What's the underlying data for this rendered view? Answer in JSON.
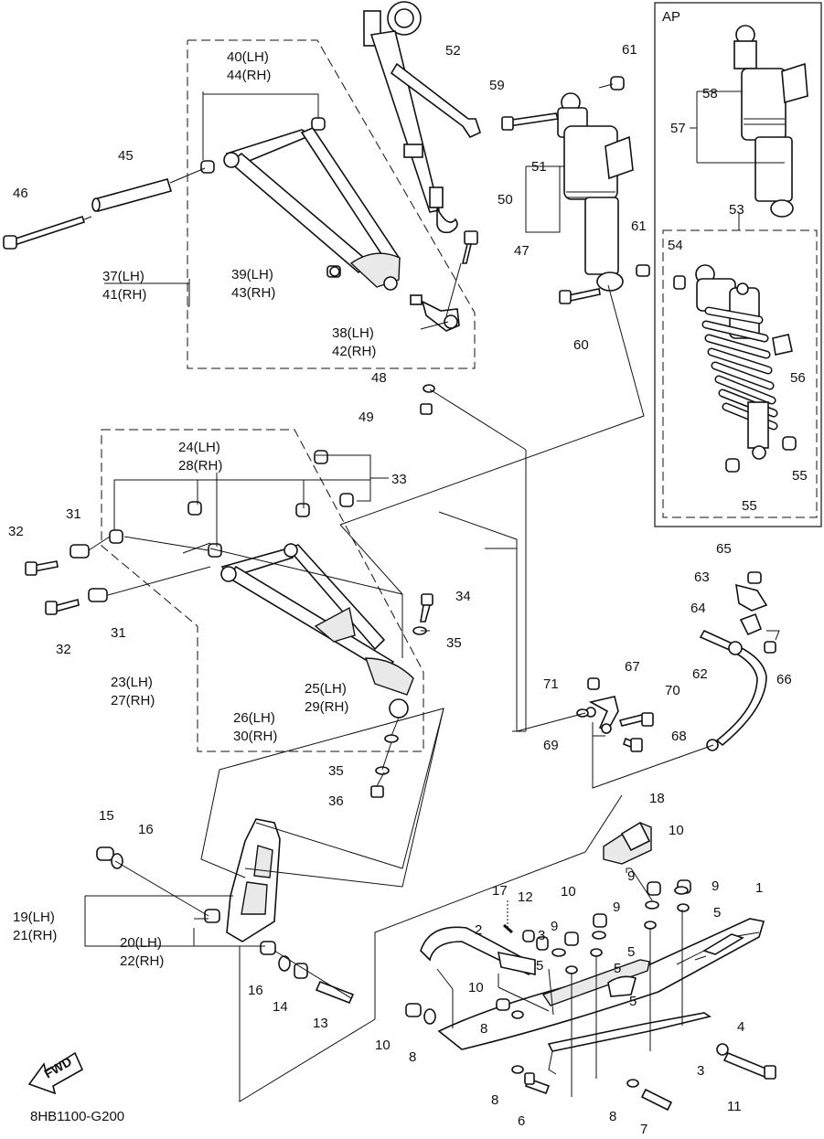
{
  "diagram_code": "8HB1100-G200",
  "fwd_label": "FWD",
  "ap_label": "AP",
  "labels": {
    "p1": "1",
    "p2": "2",
    "p3a": "3",
    "p3b": "3",
    "p4": "4",
    "p5a": "5",
    "p5b": "5",
    "p5c": "5",
    "p5d": "5",
    "p5e": "5",
    "p6": "6",
    "p7": "7",
    "p8a": "8",
    "p8b": "8",
    "p8c": "8",
    "p8d": "8",
    "p9a": "9",
    "p9b": "9",
    "p9c": "9",
    "p9d": "9",
    "p10a": "10",
    "p10b": "10",
    "p10c": "10",
    "p10d": "10",
    "p11": "11",
    "p12": "12",
    "p13": "13",
    "p14": "14",
    "p15": "15",
    "p16a": "16",
    "p16b": "16",
    "p17": "17",
    "p18": "18",
    "p19": "19(LH)",
    "p21": "21(RH)",
    "p20": "20(LH)",
    "p22": "22(RH)",
    "p23": "23(LH)",
    "p27": "27(RH)",
    "p24": "24(LH)",
    "p28": "28(RH)",
    "p25": "25(LH)",
    "p29": "29(RH)",
    "p26": "26(LH)",
    "p30": "30(RH)",
    "p31a": "31",
    "p31b": "31",
    "p32a": "32",
    "p32b": "32",
    "p33": "33",
    "p34": "34",
    "p35a": "35",
    "p35b": "35",
    "p36": "36",
    "p37": "37(LH)",
    "p41": "41(RH)",
    "p38": "38(LH)",
    "p42": "42(RH)",
    "p39": "39(LH)",
    "p43": "43(RH)",
    "p40": "40(LH)",
    "p44": "44(RH)",
    "p45": "45",
    "p46": "46",
    "p47": "47",
    "p48": "48",
    "p49": "49",
    "p50": "50",
    "p51": "51",
    "p52": "52",
    "p53": "53",
    "p54": "54",
    "p55a": "55",
    "p55b": "55",
    "p56": "56",
    "p57": "57",
    "p58": "58",
    "p59": "59",
    "p60": "60",
    "p61a": "61",
    "p61b": "61",
    "p62": "62",
    "p63": "63",
    "p64": "64",
    "p65": "65",
    "p66": "66",
    "p67": "67",
    "p68": "68",
    "p69": "69",
    "p70": "70",
    "p71": "71"
  }
}
